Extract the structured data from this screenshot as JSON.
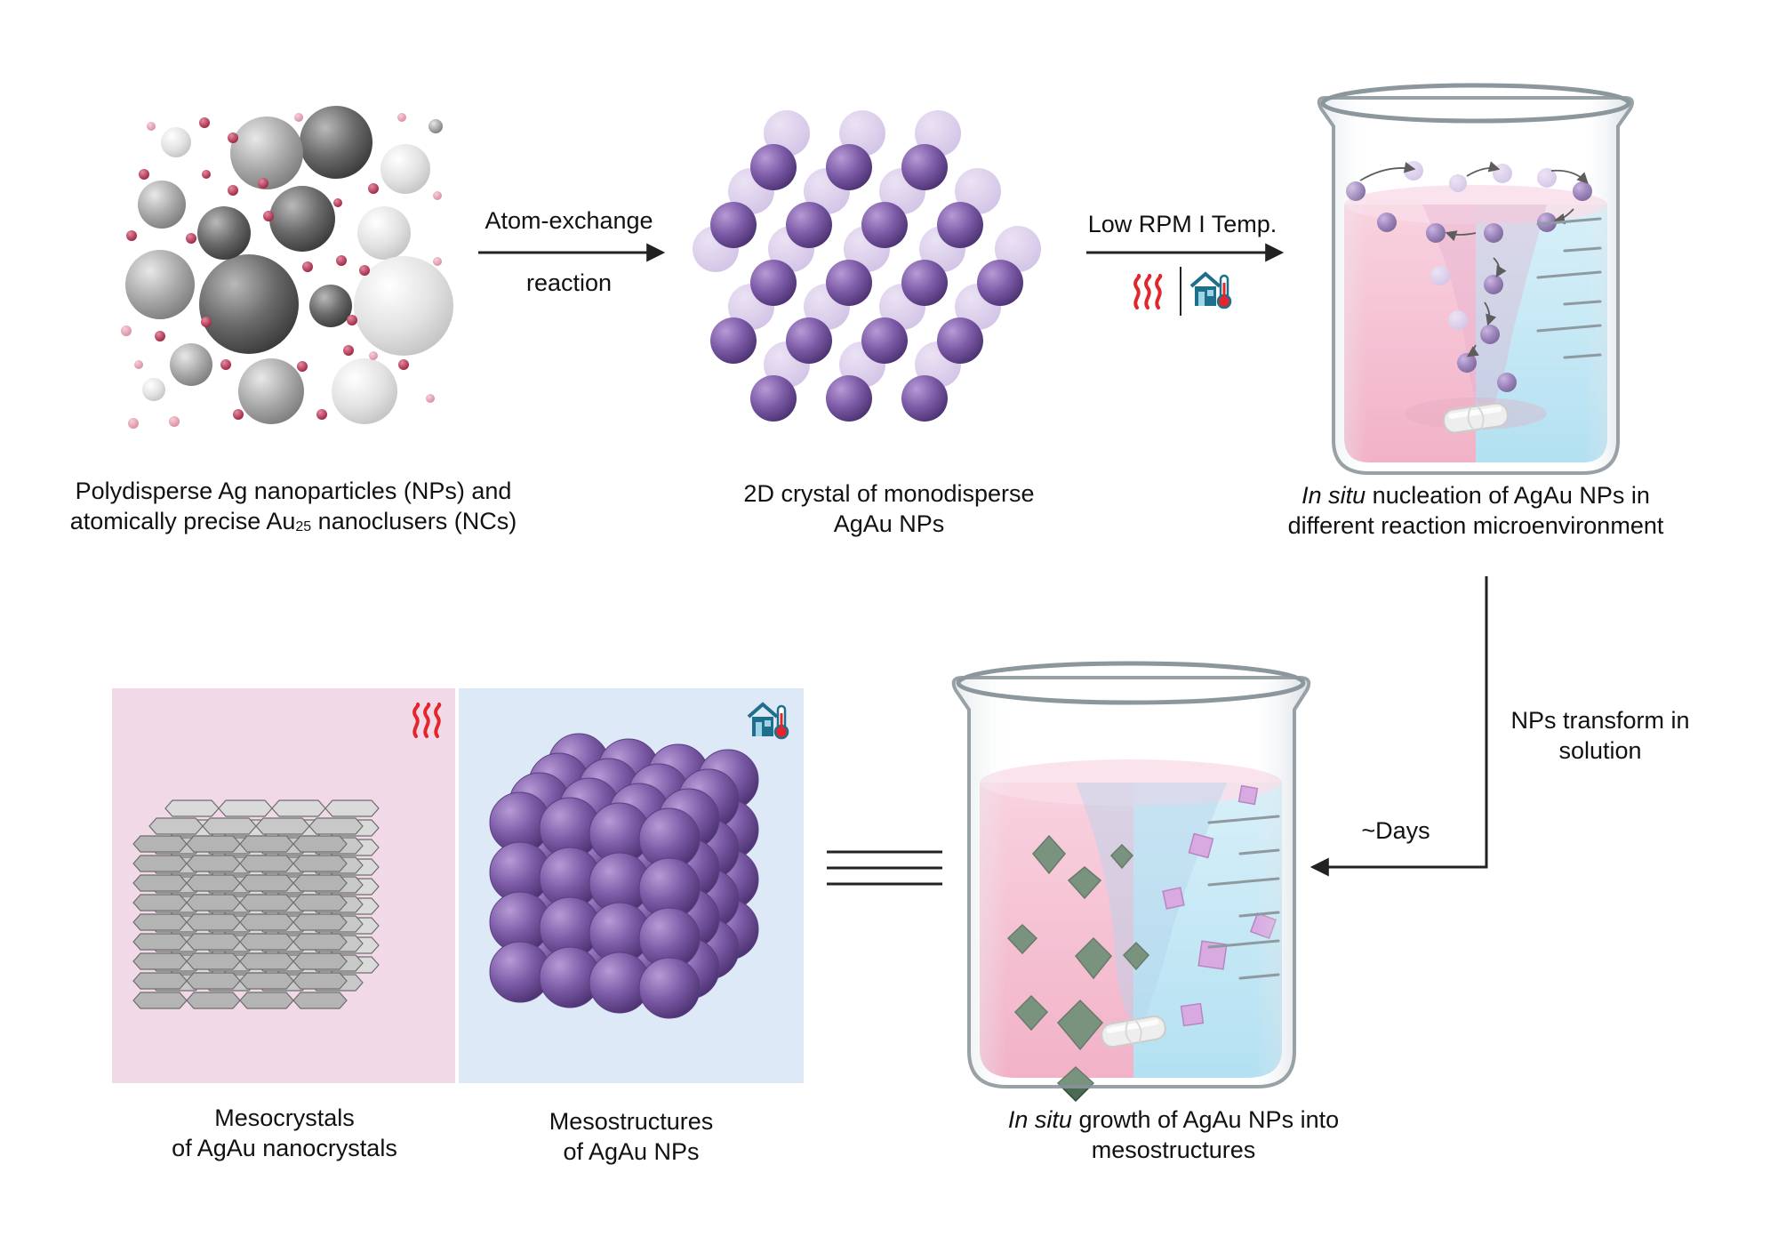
{
  "steps": {
    "arrow1": {
      "line1": "Atom-exchange",
      "line2": "reaction"
    },
    "arrow2": {
      "label": "Low RPM I Temp."
    },
    "arrow3": {
      "line1": "NPs transform in",
      "line2": "solution"
    },
    "arrow4": {
      "label": "~Days"
    }
  },
  "captions": {
    "start": {
      "line1": "Polydisperse Ag nanoparticles (NPs) and",
      "line2_a": "atomically precise Au",
      "line2_sub": "25",
      "line2_b": " nanoclusers (NCs)"
    },
    "crystal2d": {
      "line1": "2D crystal of monodisperse",
      "line2": "AgAu NPs"
    },
    "nucleation": {
      "italic": "In situ",
      "line1_rest": " nucleation of AgAu NPs in",
      "line2": "different reaction microenvironment"
    },
    "growth": {
      "italic": "In situ",
      "line1_rest": " growth of AgAu NPs into",
      "line2": "mesostructures"
    },
    "mesocrystals": {
      "line1": "Mesocrystals",
      "line2": "of AgAu nanocrystals"
    },
    "mesostructures": {
      "line1": "Mesostructures",
      "line2": "of AgAu NPs"
    }
  },
  "colors": {
    "silver_dark": "#555555",
    "silver_light": "#d9d9d9",
    "gold_cluster": "#b2334f",
    "agau_purple": "#7b5aa6",
    "heat_red": "#e3262b",
    "room_temp_blue": "#1e6f8c",
    "pink_solution": "#f0a1bd",
    "blue_solution": "#9ed7ee",
    "pink_panel": "#f1d9e8",
    "blue_panel": "#dde9f7",
    "octahedron_green": "#4a6b4f",
    "cube_pink": "#c98bd6"
  },
  "icons": [
    "heat-waves-icon",
    "room-temperature-icon",
    "stir-bar-icon",
    "equivalence-icon"
  ]
}
